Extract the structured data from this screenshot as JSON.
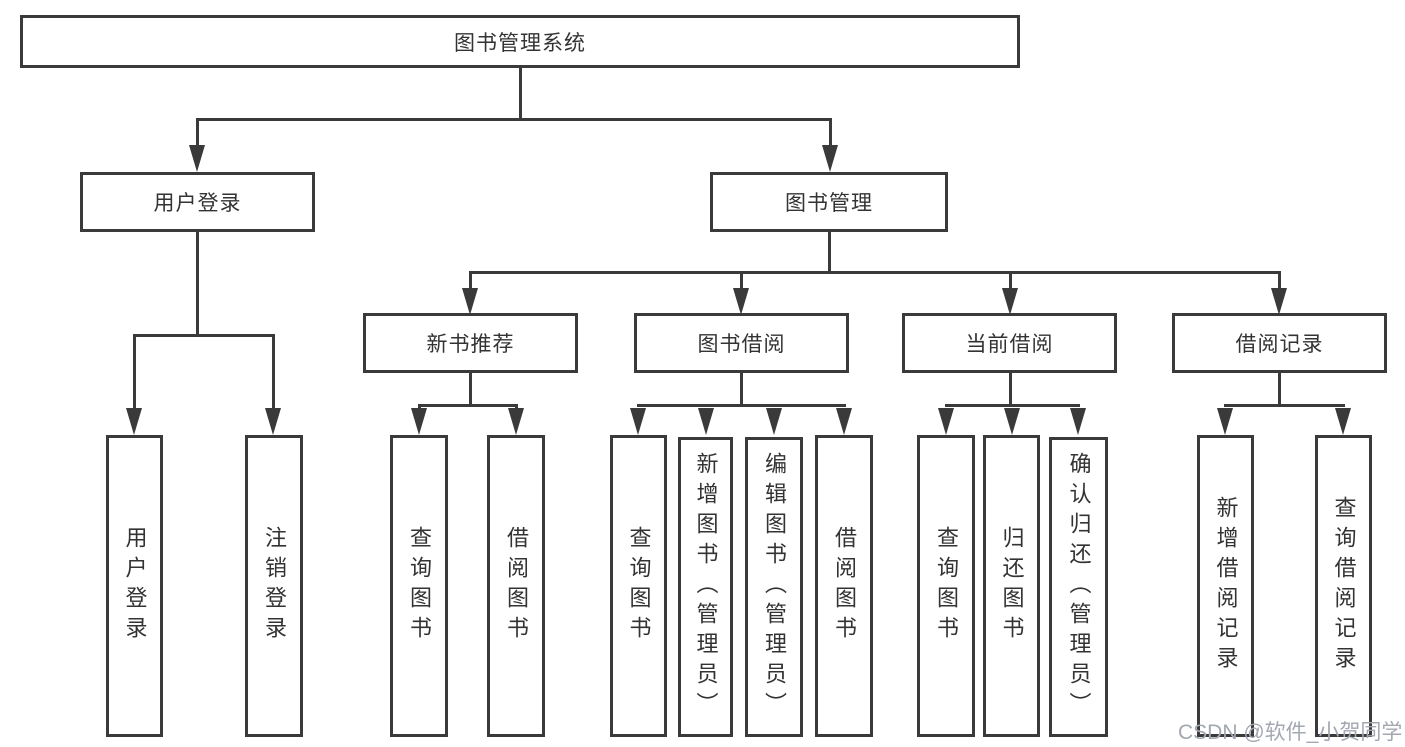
{
  "diagram": {
    "title": "图书管理系统",
    "branches": [
      {
        "label": "用户登录",
        "children": [
          {
            "label": "用户登录"
          },
          {
            "label": "注销登录"
          }
        ]
      },
      {
        "label": "图书管理",
        "children": [
          {
            "label": "新书推荐",
            "children": [
              {
                "label": "查询图书"
              },
              {
                "label": "借阅图书"
              }
            ]
          },
          {
            "label": "图书借阅",
            "children": [
              {
                "label": "查询图书"
              },
              {
                "label": "新增图书（管理员）"
              },
              {
                "label": "编辑图书（管理员）"
              },
              {
                "label": "借阅图书"
              }
            ]
          },
          {
            "label": "当前借阅",
            "children": [
              {
                "label": "查询图书"
              },
              {
                "label": "归还图书"
              },
              {
                "label": "确认归还（管理员）"
              }
            ]
          },
          {
            "label": "借阅记录",
            "children": [
              {
                "label": "新增借阅记录"
              },
              {
                "label": "查询借阅记录"
              }
            ]
          }
        ]
      }
    ]
  },
  "watermark": {
    "text": "CSDN @软件_小贺同学"
  },
  "colors": {
    "line": "#3a3a3a",
    "text": "#333333",
    "watermark": "#a2a7b2",
    "background": "#ffffff"
  }
}
